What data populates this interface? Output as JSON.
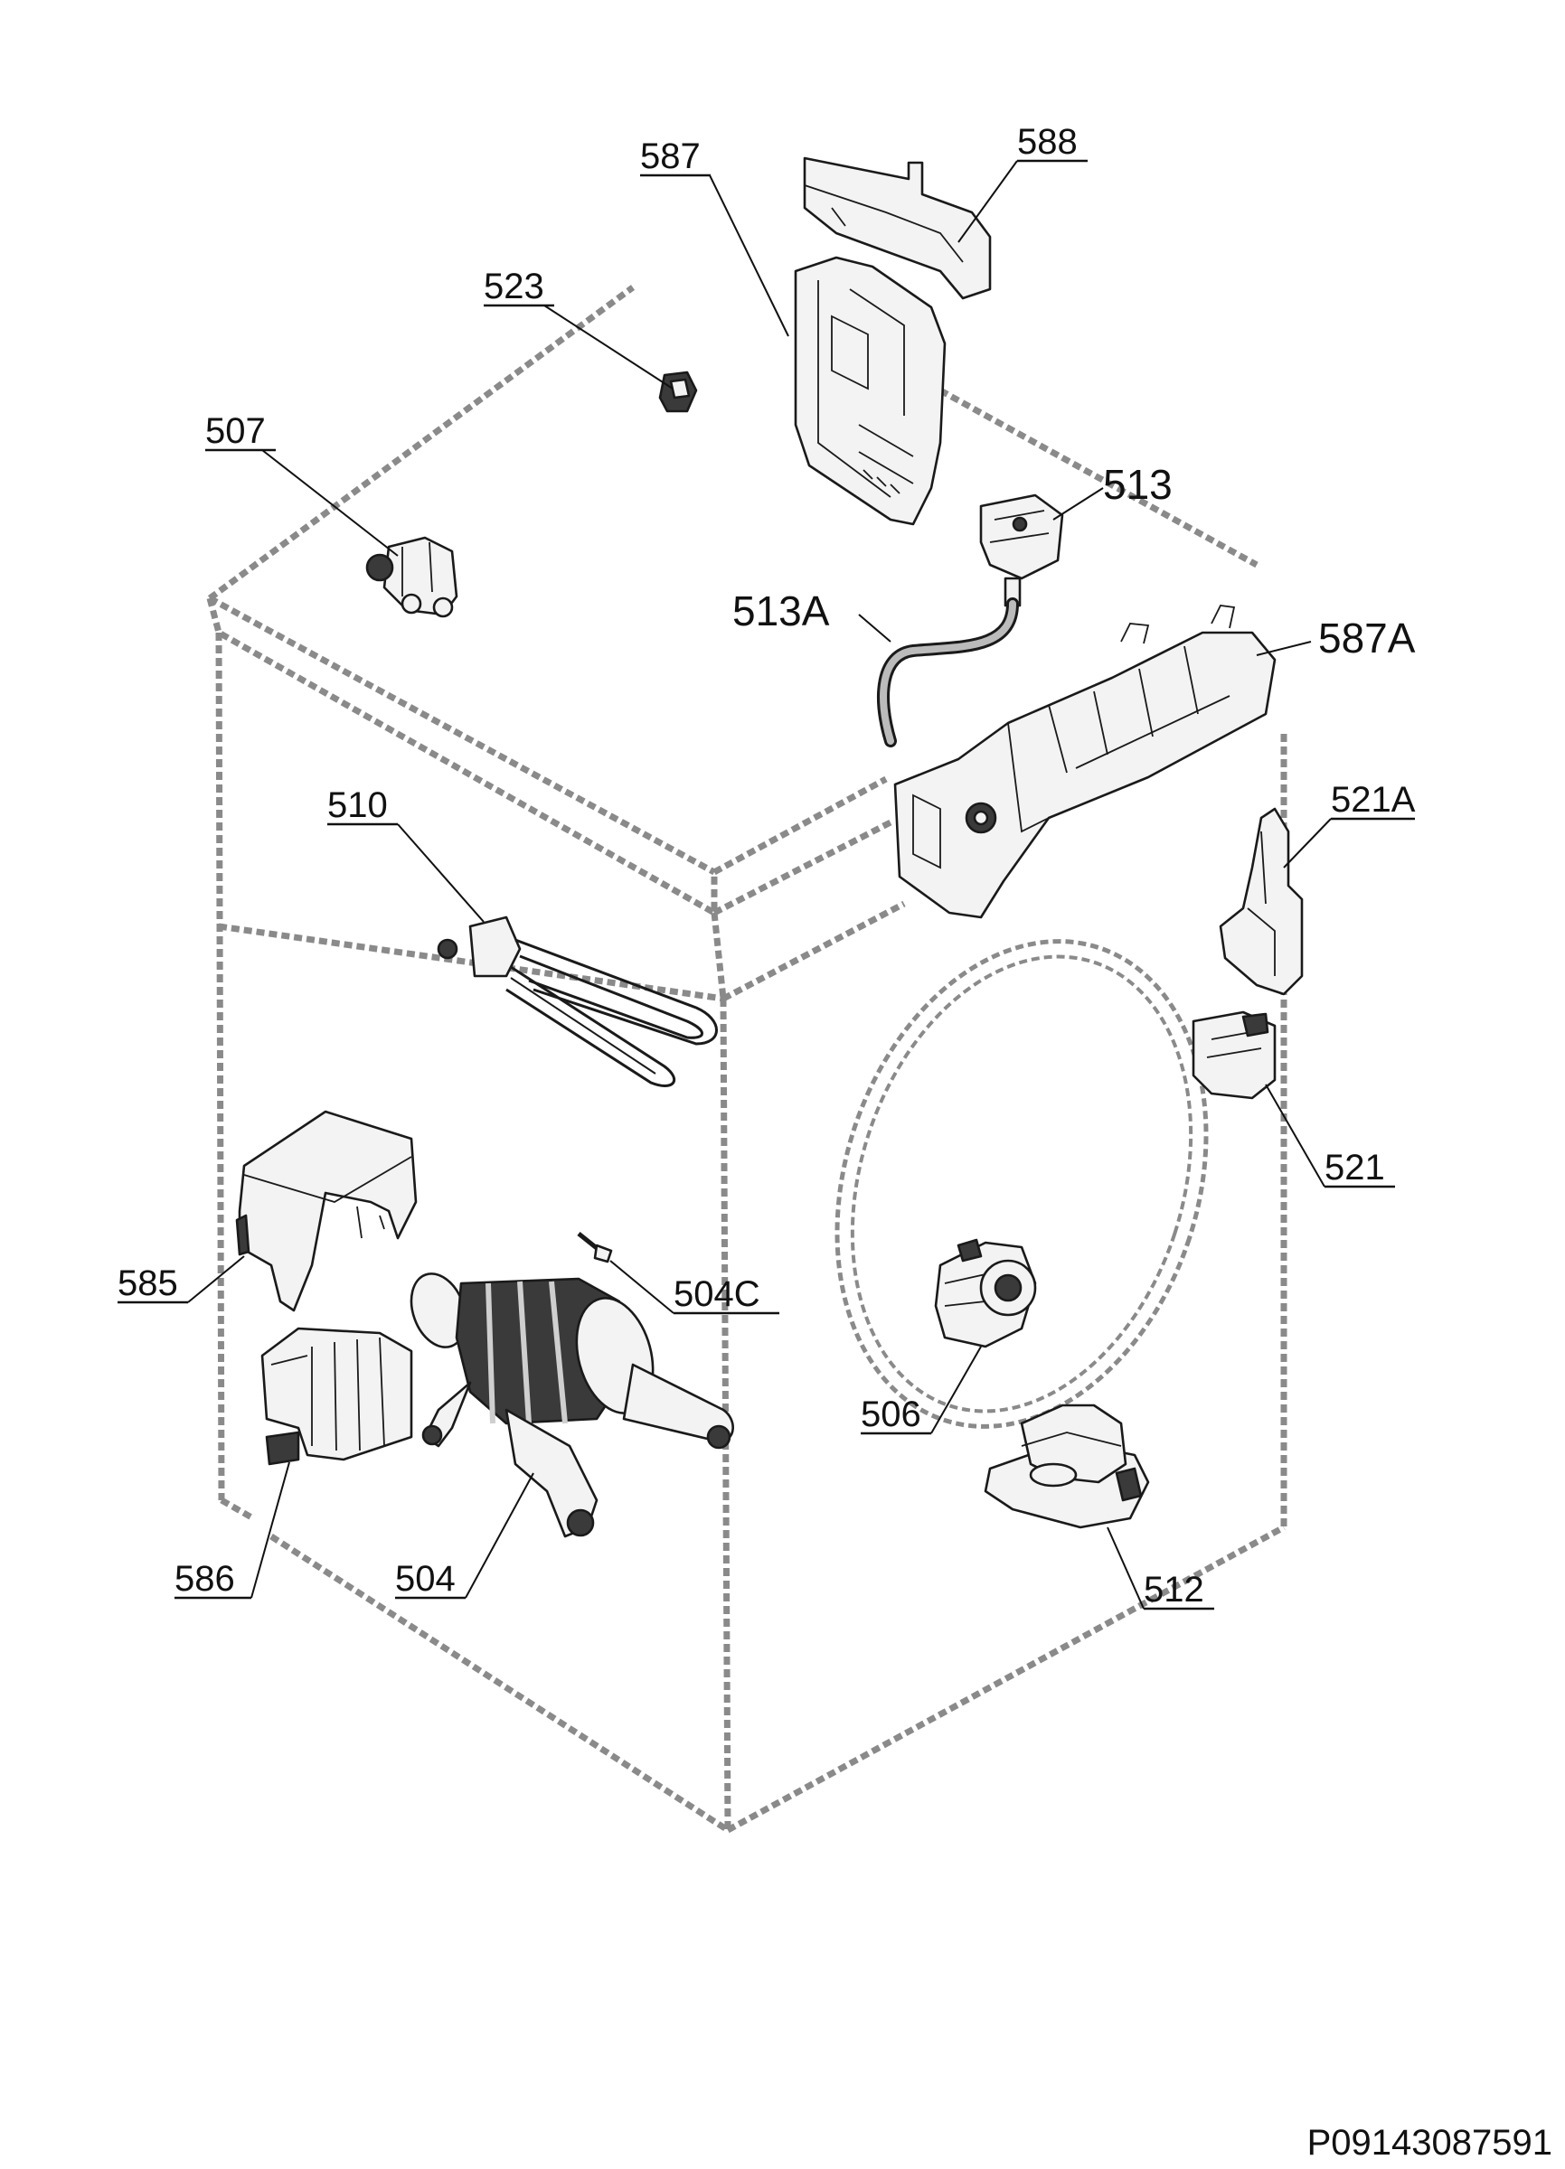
{
  "labels": {
    "l587": "587",
    "l588": "588",
    "l523": "523",
    "l507": "507",
    "l513": "513",
    "l513A": "513A",
    "l587A": "587A",
    "l510": "510",
    "l521A": "521A",
    "l521": "521",
    "l585": "585",
    "l504C": "504C",
    "l506": "506",
    "l586": "586",
    "l504": "504",
    "l512": "512"
  },
  "footer": {
    "code": "P09143087591"
  }
}
